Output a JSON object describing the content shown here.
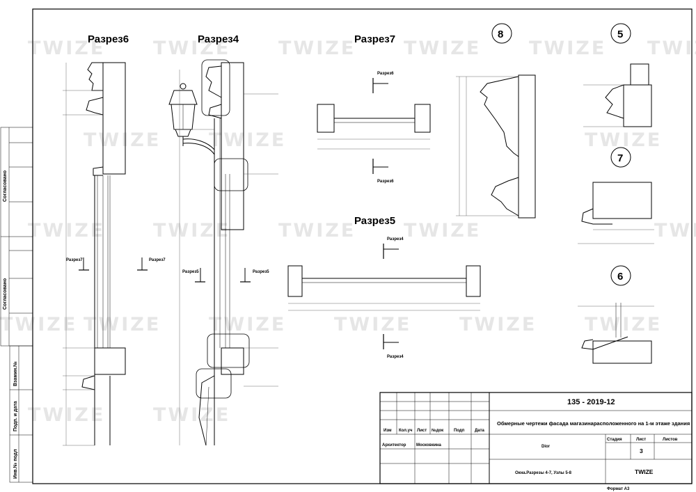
{
  "watermark": "TWIZE",
  "sections": {
    "s6": "Разрез6",
    "s4": "Разрез4",
    "s7": "Разрез7",
    "s5": "Разрез5"
  },
  "nodes": {
    "n8": "8",
    "n5": "5",
    "n7": "7",
    "n6": "6"
  },
  "cut_marks": {
    "r7": "Разрез7",
    "r5": "Разрез5",
    "r6": "Разрез6",
    "r4": "Разрез4"
  },
  "side_stamp": {
    "soglasovano": "Согласовано",
    "vzam": "Взамин.№",
    "podp": "Подп. и дата",
    "inv": "Инв.№ подл"
  },
  "title_block": {
    "code": "135 - 2019-12",
    "title": "Обмерные чертежи фасада магазинарасположенного на 1-м этаже здания",
    "headers": [
      "Изм",
      "Кол.уч",
      "Лист",
      "№док",
      "Подп",
      "Дата"
    ],
    "role": "Архитектор",
    "person": "Московкина",
    "object": "Dior",
    "stage_h": "Стадия",
    "sheet_h": "Лист",
    "sheets_h": "Листов",
    "sheet_val": "3",
    "sheet_name": "Окна.Разрезы 4-7, Узлы 5-8",
    "company": "TWIZE",
    "format": "Формат А3"
  }
}
